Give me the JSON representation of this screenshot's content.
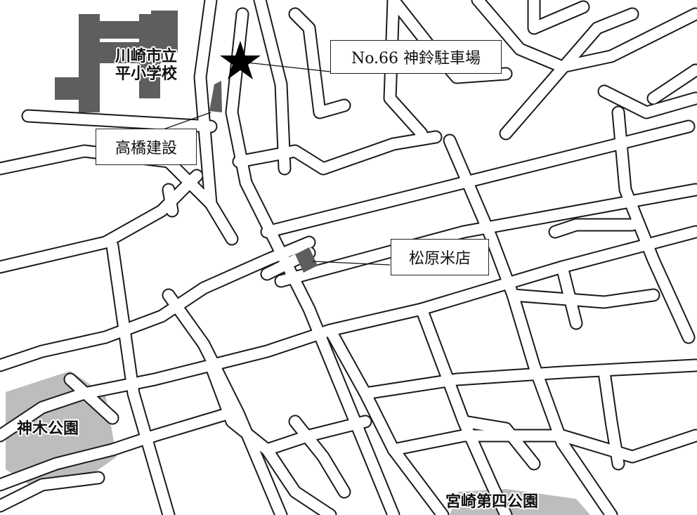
{
  "map": {
    "legend_boxes": {
      "parking": "No.66 神鈴駐車場",
      "takahashi": "高橋建設",
      "matsubara": "松原米店"
    },
    "places": {
      "school_line1": "川崎市立",
      "school_line2": "平小学校",
      "park_kamiki": "神木公園",
      "park_miyazaki": "宮崎第四公園"
    },
    "colors": {
      "road_outline": "#1a1a1a",
      "road_fill": "#ffffff",
      "building": "#5e5e5e",
      "park": "#bdbdbd",
      "star": "#000000"
    },
    "icons": {
      "destination": "star-icon"
    }
  }
}
